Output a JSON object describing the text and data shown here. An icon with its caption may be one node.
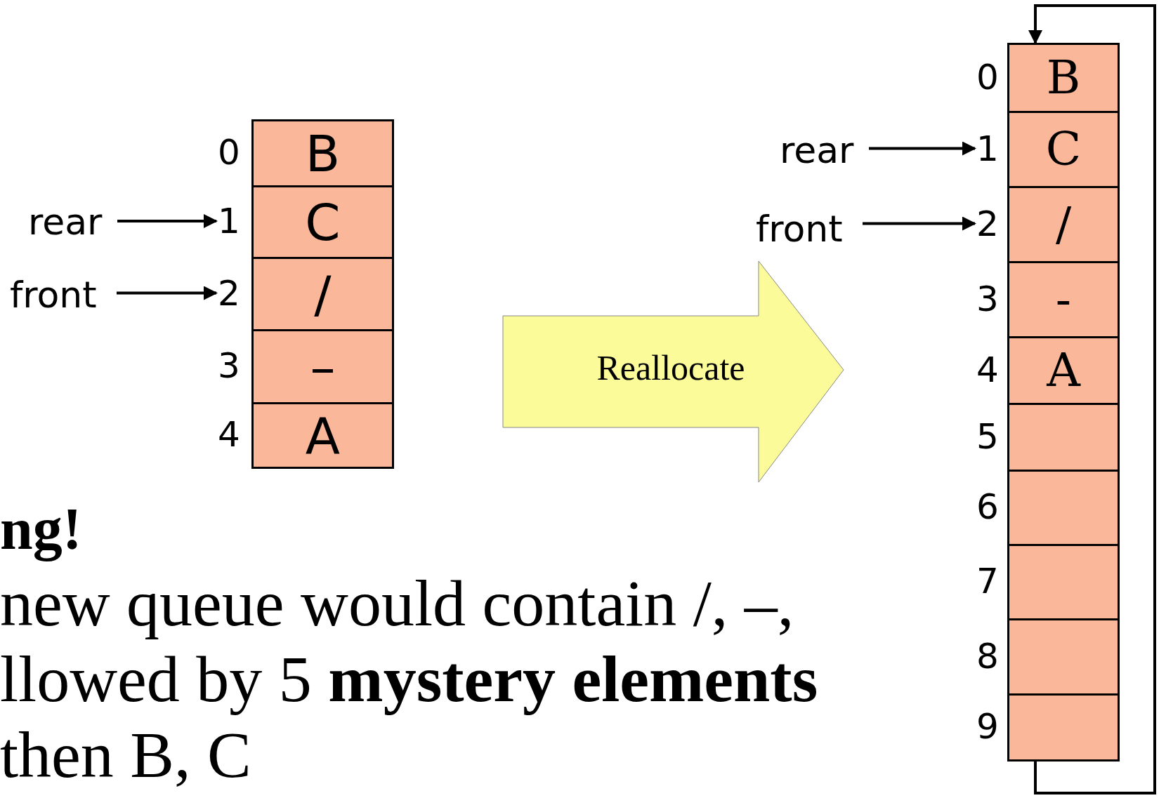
{
  "diagram": {
    "nodes": [
      {
        "text": [
          "rear"
        ]
      },
      {
        "text": [
          "front"
        ]
      },
      {
        "text": [
          "B"
        ],
        "beside": [
          "0"
        ]
      },
      {
        "text": [
          "C"
        ],
        "beside": [
          "1"
        ]
      },
      {
        "text": [
          "/"
        ],
        "beside": [
          "2"
        ]
      },
      {
        "text": [
          "–"
        ],
        "beside": [
          "3"
        ]
      },
      {
        "text": [
          "A"
        ],
        "beside": [
          "4"
        ]
      },
      {
        "text": [
          "Reallocate"
        ]
      },
      {
        "text": [
          "rear"
        ]
      },
      {
        "text": [
          "front"
        ]
      },
      {
        "text": [
          "B"
        ],
        "beside": [
          "0"
        ]
      },
      {
        "text": [
          "C"
        ],
        "beside": [
          "1"
        ]
      },
      {
        "text": [
          "/"
        ],
        "beside": [
          "2"
        ]
      },
      {
        "text": [
          "-"
        ],
        "beside": [
          "3"
        ]
      },
      {
        "text": [
          "A"
        ],
        "beside": [
          "4"
        ]
      },
      {
        "text": [],
        "shape": "box",
        "beside": [
          "5"
        ]
      },
      {
        "text": [],
        "shape": "box",
        "beside": [
          "6"
        ]
      },
      {
        "text": [],
        "shape": "box",
        "beside": [
          "7"
        ]
      },
      {
        "text": [],
        "shape": "box",
        "beside": [
          "8"
        ]
      },
      {
        "text": [],
        "shape": "box",
        "beside": [
          "9"
        ]
      }
    ],
    "edges": [
      {
        "from": 0,
        "to": 3,
        "arrow": "to"
      },
      {
        "from": 1,
        "to": 4,
        "arrow": "to"
      },
      {
        "from": 8,
        "to": 11,
        "arrow": "to"
      },
      {
        "from": 9,
        "to": 12,
        "arrow": "to"
      },
      {
        "from": 19,
        "to": 10,
        "arrow": "to"
      }
    ],
    "labels": [
      "ng!",
      "new queue would contain /, –,",
      "llowed by 5 **mystery elements**",
      "then B, C"
    ]
  }
}
